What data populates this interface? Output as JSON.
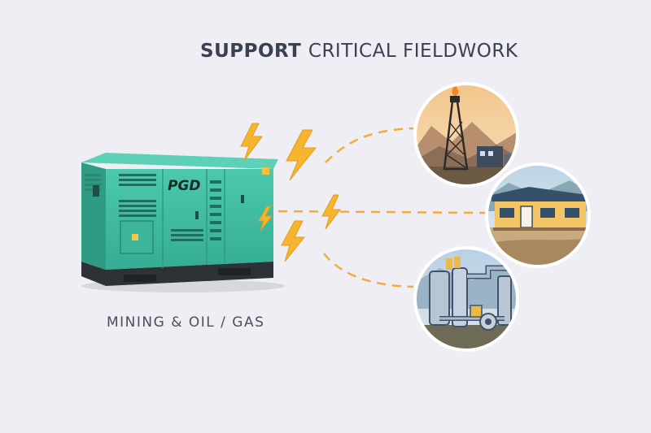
{
  "headline": {
    "strong": "SUPPORT",
    "rest": "CRITICAL FIELDWORK"
  },
  "caption": "MINING & OIL / GAS",
  "generator": {
    "brand": "PGD"
  },
  "colors": {
    "background": "#eeeef4",
    "generator_teal": "#3fbfa5",
    "bolt_yellow": "#f5b52e",
    "dash_orange": "#f1ad3a",
    "text_dark": "#3a4150"
  },
  "scenes": [
    {
      "name": "oil-rig-scene"
    },
    {
      "name": "field-office-scene"
    },
    {
      "name": "processing-plant-scene"
    }
  ]
}
